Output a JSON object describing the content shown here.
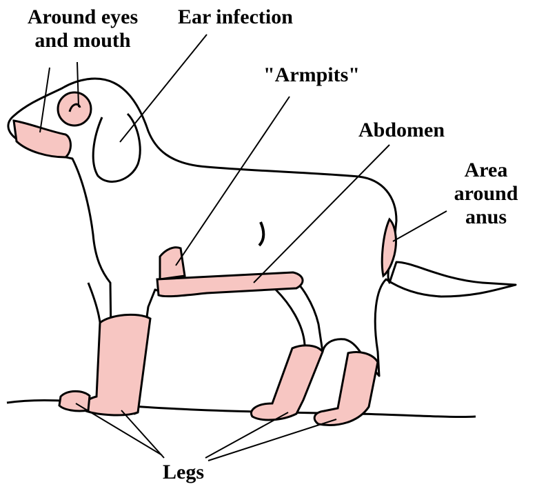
{
  "labels": {
    "eyes_mouth_line1": "Around eyes",
    "eyes_mouth_line2": "and mouth",
    "ear": "Ear infection",
    "armpits": "\"Armpits\"",
    "abdomen": "Abdomen",
    "anus_line1": "Area",
    "anus_line2": "around",
    "anus_line3": "anus",
    "legs": "Legs"
  },
  "colors": {
    "outline": "#000000",
    "affected_area": "#f7c6c2",
    "background": "#ffffff"
  }
}
